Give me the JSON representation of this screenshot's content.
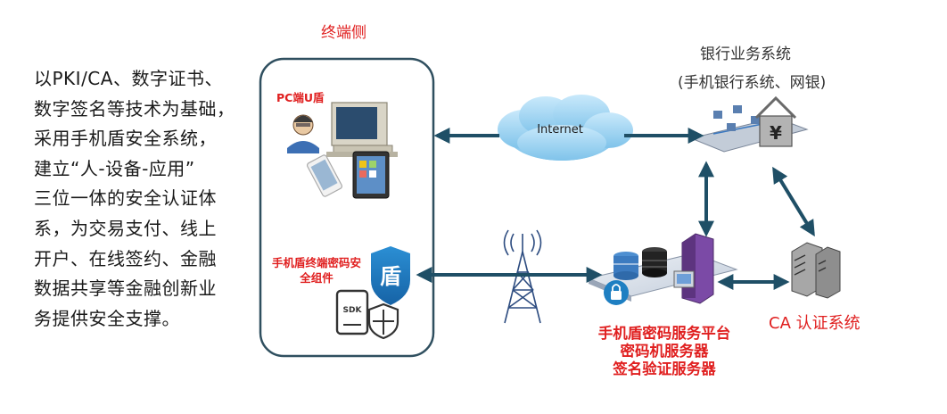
{
  "intro": {
    "lines": [
      "以PKI/CA、数字证书、",
      "数字签名等技术为基础，",
      "采用手机盾安全系统，",
      "建立“人-设备-应用”",
      "三位一体的安全认证体",
      "系，为交易支付、线上",
      "开户、在线签约、金融",
      "数据共享等金融创新业",
      "务提供安全支撑。"
    ]
  },
  "terminal": {
    "title": "终端侧",
    "pc_label": "PC端U盾",
    "component_label": "手机盾终端密码安全组件",
    "shield_char": "盾",
    "sdk_text": "SDK"
  },
  "internet": {
    "label": "Internet"
  },
  "bank": {
    "title": "银行业务系统",
    "subtitle": "(手机银行系统、网银)",
    "currency_symbol": "¥"
  },
  "platform": {
    "lines": [
      "手机盾密码服务平台",
      "密码机服务器",
      "签名验证服务器"
    ]
  },
  "ca": {
    "label": "CA 认证系统"
  },
  "colors": {
    "accent_red": "#e01f1f",
    "arrow": "#1f4f66",
    "terminal_border": "#2f4f5f",
    "cloud": "#a9d8f2",
    "shield": "#1e7fc2",
    "server_purple": "#6a3d8f"
  }
}
